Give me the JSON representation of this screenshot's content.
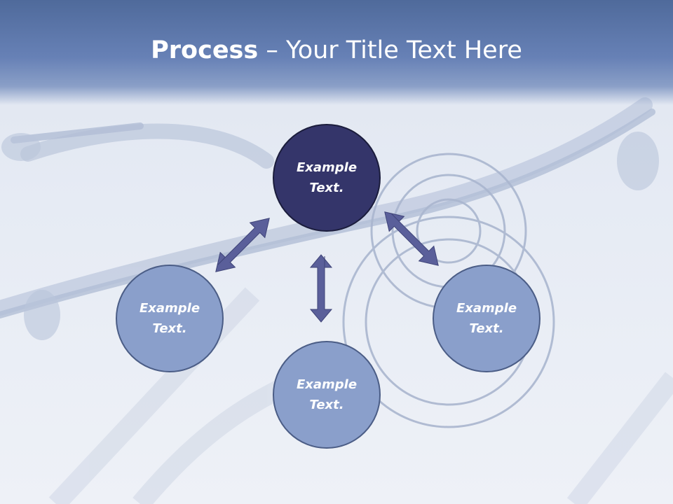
{
  "slide": {
    "title_bold": "Process",
    "title_rest": " – Your Title Text Here",
    "colors": {
      "header": "#5f79ae",
      "center_node": "#34356a",
      "outer_node": "#8a9fcb",
      "arrow": "#5a5f9a"
    }
  },
  "diagram": {
    "nodes": [
      {
        "line1": "Example",
        "line2": "Text."
      },
      {
        "line1": "Example",
        "line2": "Text."
      },
      {
        "line1": "Example",
        "line2": "Text."
      },
      {
        "line1": "Example",
        "line2": "Text."
      }
    ]
  }
}
